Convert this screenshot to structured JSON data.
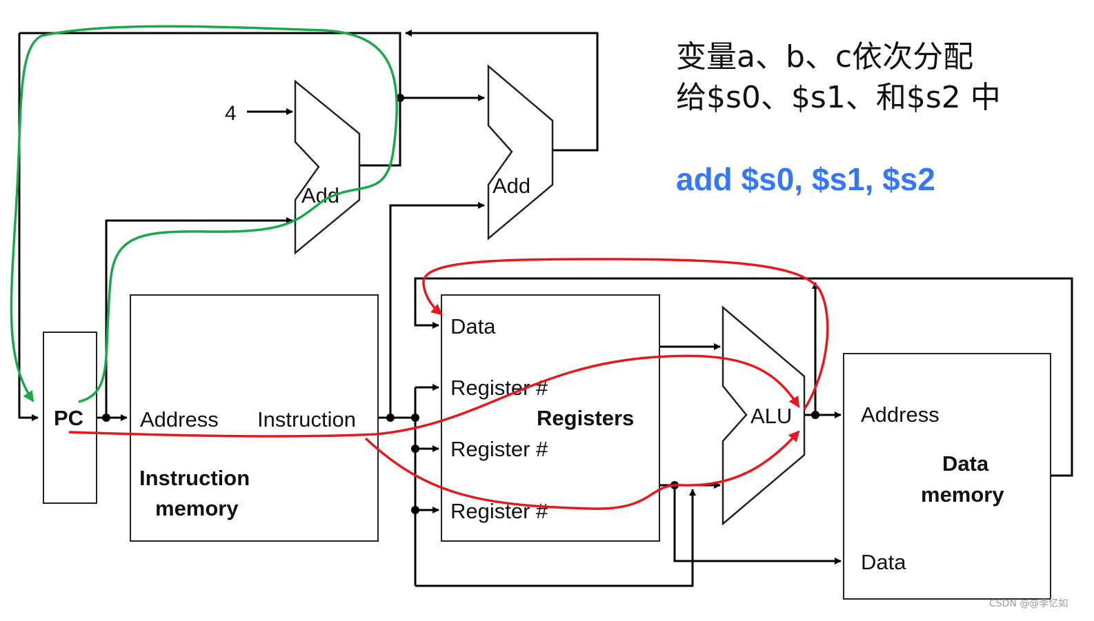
{
  "colors": {
    "wire": "#000000",
    "highlight_path_red": "#e8171c",
    "highlight_path_green": "#19a84a",
    "instruction_text": "#3478f6",
    "watermark": "#9a9a9a"
  },
  "note": {
    "line1": "变量a、b、c依次分配",
    "line2": "给$s0、$s1、和$s2 中",
    "instruction": "add $s0, $s1, $s2"
  },
  "pc": {
    "label": "PC"
  },
  "constant_four": "4",
  "adders": {
    "top_label": "Add",
    "branch_label": "Add"
  },
  "instruction_memory": {
    "port_address": "Address",
    "port_instruction": "Instruction",
    "title_line1": "Instruction",
    "title_line2": "memory"
  },
  "registers": {
    "port_data": "Data",
    "port_reg1": "Register #",
    "port_reg2": "Register #",
    "port_reg3": "Register #",
    "title": "Registers"
  },
  "alu": {
    "label": "ALU"
  },
  "data_memory": {
    "port_address": "Address",
    "port_data": "Data",
    "title_line1": "Data",
    "title_line2": "memory"
  },
  "watermark": "CSDN @@李忆如"
}
